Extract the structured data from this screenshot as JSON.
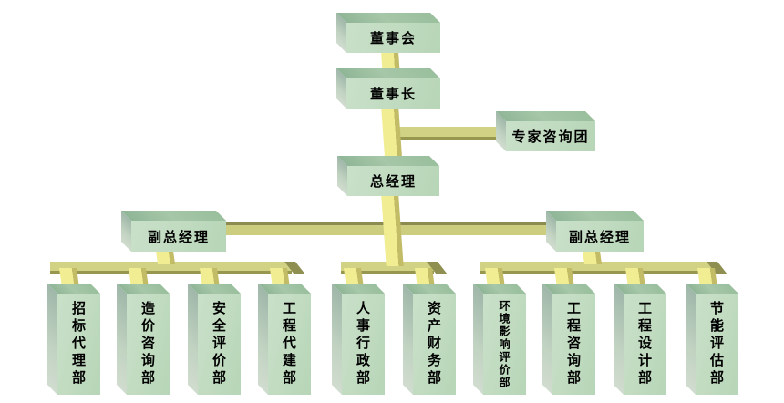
{
  "org_chart": {
    "nodes": {
      "board": {
        "label": "董事会"
      },
      "chairman": {
        "label": "董事长"
      },
      "expert_advisory": {
        "label": "专家咨询团"
      },
      "general_manager": {
        "label": "总经理"
      },
      "deputy_left": {
        "label": "副总经理"
      },
      "deputy_right": {
        "label": "副总经理"
      }
    },
    "departments": [
      {
        "label": "招标代理部"
      },
      {
        "label": "造价咨询部"
      },
      {
        "label": "安全评价部"
      },
      {
        "label": "工程代建部"
      },
      {
        "label": "人事行政部"
      },
      {
        "label": "资产财务部"
      },
      {
        "label": "环境影响评价部"
      },
      {
        "label": "工程咨询部"
      },
      {
        "label": "工程设计部"
      },
      {
        "label": "节能评估部"
      }
    ],
    "colors": {
      "background": "#ffffff",
      "box_front": "#c0dbc0",
      "box_top": "#99bf9d",
      "box_side": "#c2d3c2",
      "ribbon": "#f1ed92",
      "ribbon_fold": "#c2bc66",
      "bar": "#cdcd7f",
      "bar_shadow": "#8c8c52",
      "text": "#000000"
    }
  }
}
